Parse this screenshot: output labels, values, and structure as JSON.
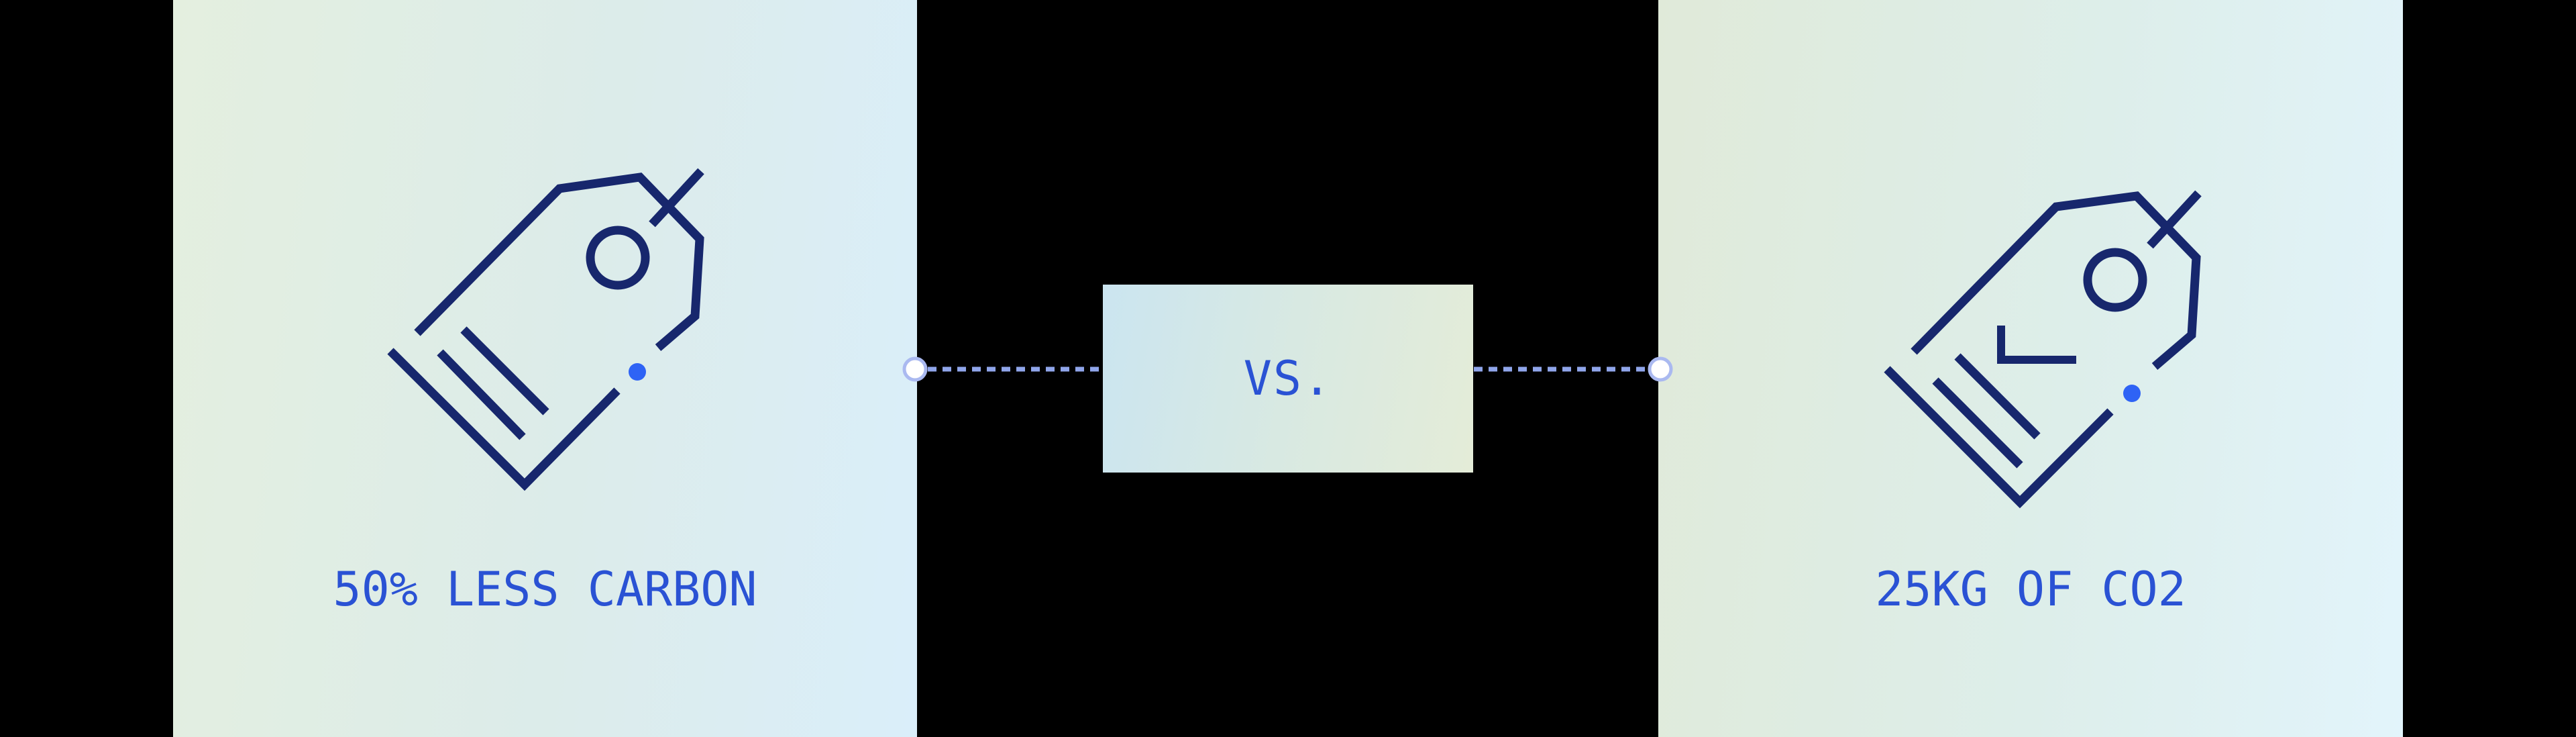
{
  "page": {
    "background": "#000000",
    "description": "Comparison graphic: two price-tag cards versus each other"
  },
  "left_card": {
    "caption": "50% LESS CARBON",
    "icon": "price-tag-crossed-icon",
    "gradient_from": "#e4efdf",
    "gradient_to": "#daeefa"
  },
  "vs_divider": {
    "label": "VS.",
    "gradient_from": "#cbe5f0",
    "gradient_to": "#e4ecd8"
  },
  "right_card": {
    "caption": "25KG OF CO2",
    "icon": "price-tag-crossed-icon",
    "gradient_from": "#e0ead9",
    "gradient_to": "#e2f4fb"
  },
  "colors": {
    "icon_navy": "#17276d",
    "accent_dot_blue": "#2e63f5",
    "text_blue": "#2a52d4",
    "dashed_connector": "#8fa5ea",
    "connector_ring": "#aab9f0",
    "connector_fill": "#ffffff"
  }
}
